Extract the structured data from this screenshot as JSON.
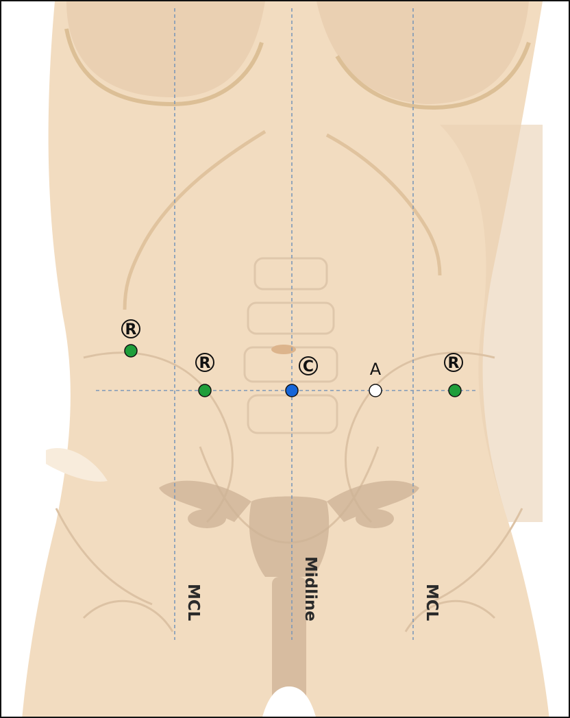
{
  "labels": {
    "mcl_left": "MCL",
    "midline": "Midline",
    "mcl_right": "MCL"
  },
  "markers": [
    {
      "id": "robot-port-far-left",
      "letter": "R",
      "circled": true,
      "color": "#1f9e3b"
    },
    {
      "id": "robot-port-left",
      "letter": "R",
      "circled": true,
      "color": "#1f9e3b"
    },
    {
      "id": "camera-port",
      "letter": "C",
      "circled": true,
      "color": "#1565d8"
    },
    {
      "id": "assistant-port",
      "letter": "A",
      "circled": false,
      "color": "#ffffff"
    },
    {
      "id": "robot-port-right",
      "letter": "R",
      "circled": true,
      "color": "#1f9e3b"
    }
  ],
  "colors": {
    "skin": "#f2dcc0",
    "skin_shadow": "#e2c4a2",
    "anatomy": "#d0b89e",
    "guide_line": "#7d98b8",
    "robot_port": "#1f9e3b",
    "camera_port": "#1565d8",
    "assistant_port": "#ffffff"
  }
}
